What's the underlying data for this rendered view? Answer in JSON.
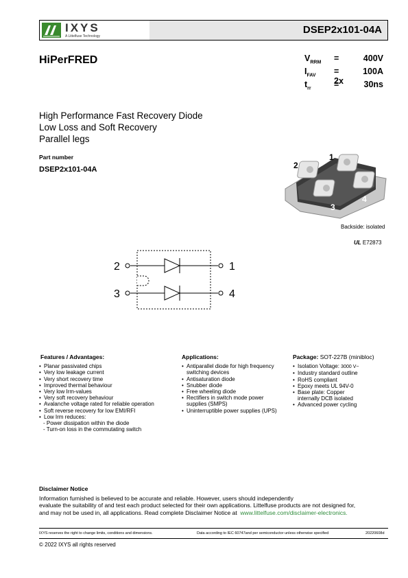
{
  "header": {
    "brand": "IXYS",
    "tagline": "A Littelfuse Technology",
    "part_number": "DSEP2x101-04A"
  },
  "title": "HiPerFRED",
  "ratings": [
    {
      "symbol": "V",
      "sub": "RRM",
      "eq": "=",
      "value": "400V"
    },
    {
      "symbol": "I",
      "sub": "FAV",
      "eq": "= 2x",
      "value": "100A"
    },
    {
      "symbol": "t",
      "sub": "rr",
      "eq": "=",
      "value": "30ns"
    }
  ],
  "description": [
    "High Performance Fast Recovery Diode",
    "Low Loss and Soft Recovery",
    "Parallel legs"
  ],
  "part": {
    "label": "Part number",
    "value": "DSEP2x101-04A"
  },
  "package_image": {
    "pins": [
      "1",
      "2",
      "3",
      "4"
    ],
    "backside": "Backside: isolated"
  },
  "ul": {
    "mark": "UL",
    "number": "E72873"
  },
  "schematic": {
    "pins": [
      "2",
      "1",
      "3",
      "4"
    ]
  },
  "features": {
    "title": "Features / Advantages:",
    "items": [
      "Planar passivated chips",
      "Very low leakage current",
      "Very short recovery time",
      "Improved thermal behaviour",
      "Very low Irm-values",
      "Very soft recovery behaviour",
      "Avalanche voltage rated for reliable operation",
      "Soft reverse recovery for low EMI/RFI",
      "Low Irm reduces:"
    ],
    "subitems": [
      "- Power dissipation within the diode",
      "- Turn-on loss in the commutating switch"
    ]
  },
  "applications": {
    "title": "Applications:",
    "items": [
      "Antiparallel diode for high frequency",
      "Antisaturation diode",
      "Snubber diode",
      "Free wheeling diode",
      "Rectifiers in switch mode power",
      "Uninterruptible power supplies (UPS)"
    ],
    "cont": [
      "switching devices",
      "supplies (SMPS)"
    ]
  },
  "package": {
    "title": "Package:",
    "name": "SOT-227B (minibloc)",
    "items": [
      "Isolation Voltage:",
      "Industry standard outline",
      "RoHS compliant",
      "Epoxy meets UL 94V-0",
      "Base plate: Copper",
      "Advanced power cycling"
    ],
    "isolation_value": "3000 V~",
    "base_cont": "internally DCB isolated"
  },
  "disclaimer": {
    "title": "Disclaimer Notice",
    "lines": [
      "Information furnished is believed to be accurate and reliable. However, users should independently",
      "evaluate the suitability of and test each product selected for their own applications. Littelfuse products are not designed for,",
      "and may not be used in, all applications. Read complete Disclaimer Notice at"
    ],
    "link": "www.littelfuse.com/disclaimer-electronics."
  },
  "footer": {
    "left": "IXYS reserves the right to change limits, conditions and dimensions.",
    "middle": "Data according to IEC 60747and per semiconductor unless otherwise specified",
    "right": "20220608d",
    "copyright": "© 2022 IXYS all rights reserved"
  }
}
